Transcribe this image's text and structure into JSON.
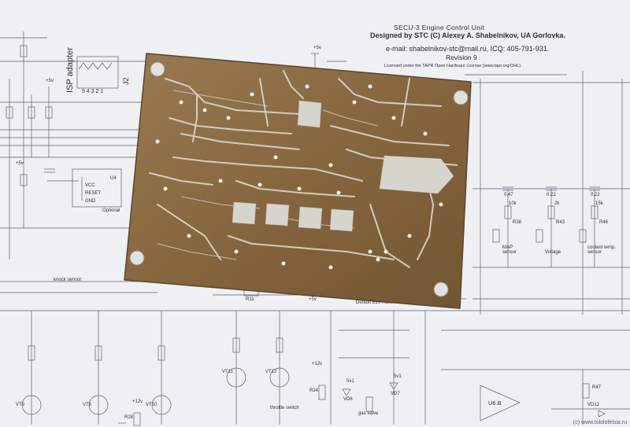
{
  "title_block": {
    "line1": "SECU-3 Engine Control Unit",
    "line2": "Designed by STC (C) Alexey A. Shabelnikov, UA Gorlovka.",
    "line3": "e-mail: shabelnikov-stc@mail.ru, ICQ: 405-791-931.",
    "line4": "Revision 9",
    "line5": "Licensed under the TAPR Open Hardware License (www.tapr.org/OHL)"
  },
  "labels": {
    "isp_adapter": "ISP adapter",
    "j2": "J2",
    "pins": "5 4 3 2 1",
    "u4": "U4",
    "vcc": "VCC",
    "reset": "RESET",
    "gnd": "GND",
    "optional": "Optional",
    "knock_sensor": "knock sensor",
    "map_sensor": "MAP\nsensor",
    "voltage": "Voltage",
    "coolant": "coolant temp.\nsensor",
    "throttle_switch": "throttle switch",
    "gas_valve": "gas valve",
    "default_eeprom": "Default EEPROM",
    "u6b": "U6.B",
    "vd6": "VD6",
    "vd7": "VD7",
    "vd12": "VD12",
    "vt9": "VT9",
    "vt8": "VT8",
    "vt10": "VT10",
    "vt11": "VT11",
    "vt12": "VT12",
    "r11": "R11",
    "r24": "R24",
    "r28": "R28",
    "r47": "R47",
    "r38": "R38",
    "r43": "R43",
    "r46": "R46",
    "v5a": "+5v",
    "v5b": "+5v",
    "v5c": "+5v",
    "v5d": "+5v",
    "v12a": "+12v",
    "v12b": "+12v",
    "k10": "10k",
    "k2": "2k",
    "k15": "15k",
    "c047": "0.47",
    "c022a": "0.22",
    "c022b": "0.22",
    "v5v1a": "5v1",
    "v5v1b": "5v1"
  },
  "watermark": "(c) www.tololofelsia.ru",
  "colors": {
    "paper": "#eef0f3",
    "line": "#5a6070",
    "board": "#8a6a45",
    "board_dark": "#6e5233",
    "copper": "#d8d8d2"
  }
}
